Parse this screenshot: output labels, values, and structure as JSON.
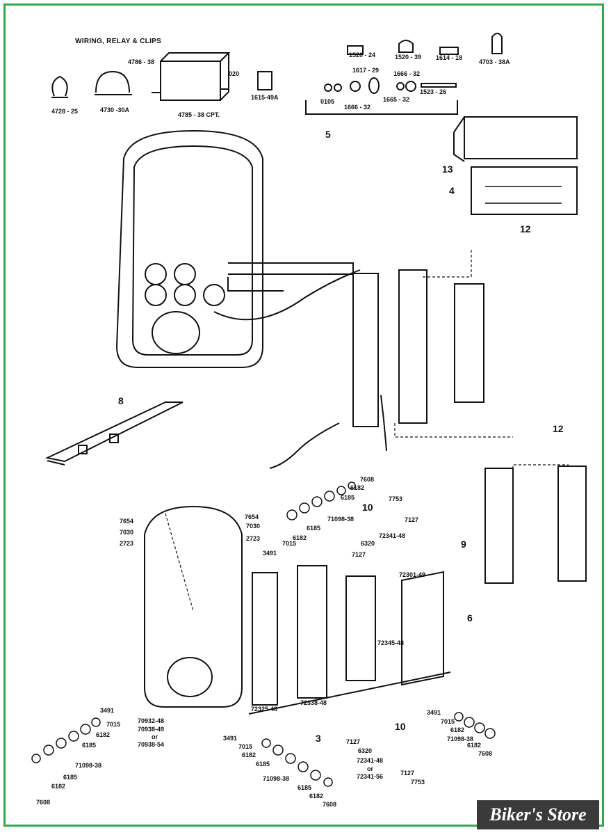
{
  "title": "WIRING, RELAY & CLIPS",
  "brand": "Biker's Store",
  "callouts": [
    "5",
    "13",
    "4",
    "12",
    "8",
    "12",
    "10",
    "9",
    "6",
    "3",
    "10"
  ],
  "parts": [
    "4786 - 38",
    "020",
    "4785 - 38 CPT.",
    "1615-49A",
    "4728 - 25",
    "4730 -30A",
    "1520 - 24",
    "1520 - 39",
    "1614 - 18",
    "4703 - 38A",
    "1617 - 29",
    "1666 - 32",
    "1523 - 26",
    "0105",
    "1666 - 32",
    "1665 - 32",
    "7608",
    "6182",
    "6185",
    "71098-38",
    "7753",
    "7127",
    "72341-48",
    "6320",
    "7127",
    "7654",
    "7030",
    "2723",
    "7654",
    "7030",
    "2723",
    "3491",
    "7015",
    "6182",
    "6185",
    "72301-49",
    "72345-48",
    "72338-48",
    "72325-48",
    "3491",
    "70932-48",
    "70938-49",
    "or",
    "70938-54",
    "7015",
    "6182",
    "6185",
    "71098-38",
    "6185",
    "6182",
    "7608",
    "3491",
    "7015",
    "6182",
    "6185",
    "71098-38",
    "6185",
    "6182",
    "7608",
    "7127",
    "6320",
    "72341-48",
    "or",
    "72341-56",
    "7127",
    "7753",
    "3491",
    "7015",
    "6182",
    "71098-38",
    "6182",
    "7608"
  ]
}
